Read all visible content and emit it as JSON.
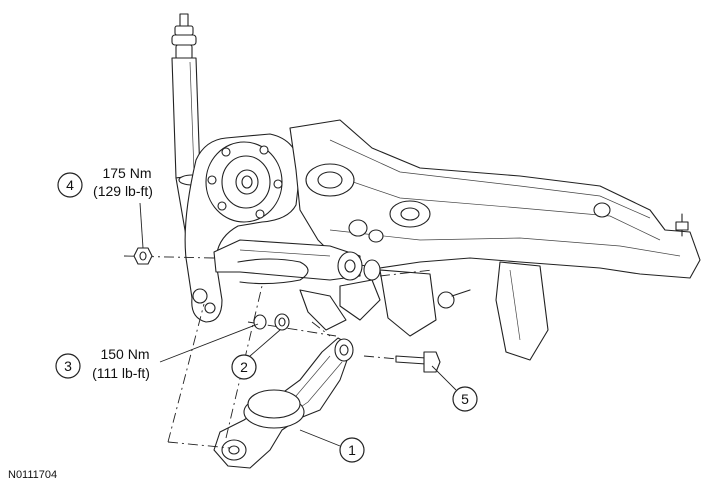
{
  "figure_id": "N0111704",
  "callouts": [
    {
      "num": "1"
    },
    {
      "num": "2"
    },
    {
      "num": "3",
      "torque_nm": "150 Nm",
      "torque_lbft": "(111 lb-ft)"
    },
    {
      "num": "4",
      "torque_nm": "175 Nm",
      "torque_lbft": "(129 lb-ft)"
    },
    {
      "num": "5"
    }
  ]
}
